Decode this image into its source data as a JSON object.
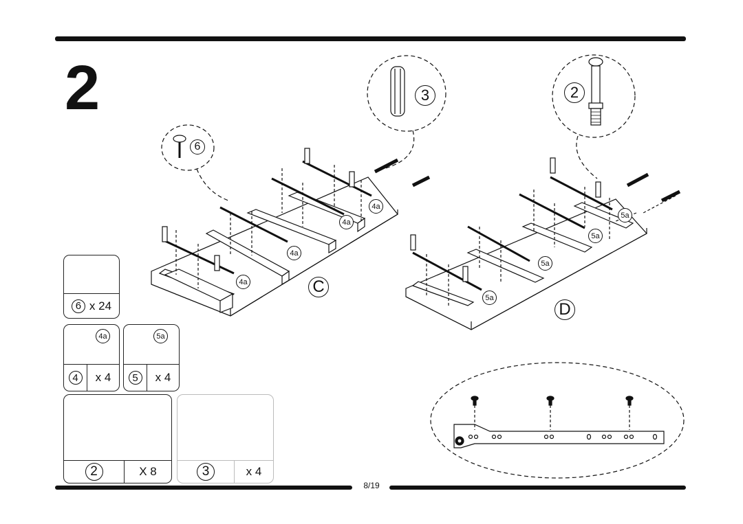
{
  "step": {
    "number": "2"
  },
  "footer": {
    "page": "8/19"
  },
  "panels": {
    "left": {
      "letter": "C",
      "bracket_tag": "4a"
    },
    "right": {
      "letter": "D",
      "bracket_tag": "5a"
    }
  },
  "callouts": {
    "screw": "6",
    "dowel": "3",
    "cam_bolt": "2"
  },
  "parts": [
    {
      "id": "6",
      "qty": "x 24"
    },
    {
      "id": "4",
      "qty": "x 4",
      "tag": "4a"
    },
    {
      "id": "5",
      "qty": "x 4",
      "tag": "5a"
    },
    {
      "id": "2",
      "qty": "X 8"
    },
    {
      "id": "3",
      "qty": "x 4"
    }
  ]
}
